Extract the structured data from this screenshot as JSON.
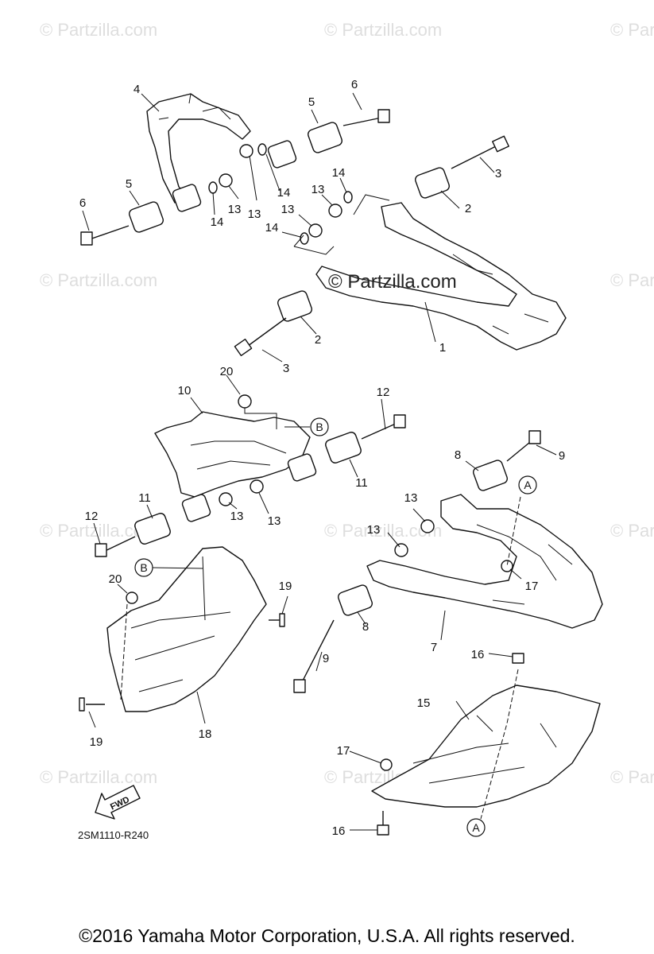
{
  "watermark": "© Partzilla.com",
  "center_watermark": "© Partzilla.com",
  "diagram_code": "2SM1110-R240",
  "fwd_label": "FWD",
  "copyright": "©2016  Yamaha Motor Corporation, U.S.A. All rights reserved.",
  "labels": {
    "l1": "1",
    "l2a": "2",
    "l2b": "2",
    "l3a": "3",
    "l3b": "3",
    "l4": "4",
    "l5a": "5",
    "l5b": "5",
    "l6a": "6",
    "l6b": "6",
    "l7": "7",
    "l8a": "8",
    "l8b": "8",
    "l9a": "9",
    "l9b": "9",
    "l10": "10",
    "l11a": "11",
    "l11b": "11",
    "l12a": "12",
    "l12b": "12",
    "l13a": "13",
    "l13b": "13",
    "l13c": "13",
    "l13d": "13",
    "l13e": "13",
    "l13f": "13",
    "l13g": "13",
    "l13h": "13",
    "l14a": "14",
    "l14b": "14",
    "l14c": "14",
    "l14d": "14",
    "l15": "15",
    "l16a": "16",
    "l16b": "16",
    "l17a": "17",
    "l17b": "17",
    "l18": "18",
    "l19a": "19",
    "l19b": "19",
    "l20a": "20",
    "l20b": "20"
  },
  "callouts": {
    "A": "A",
    "B": "B"
  }
}
